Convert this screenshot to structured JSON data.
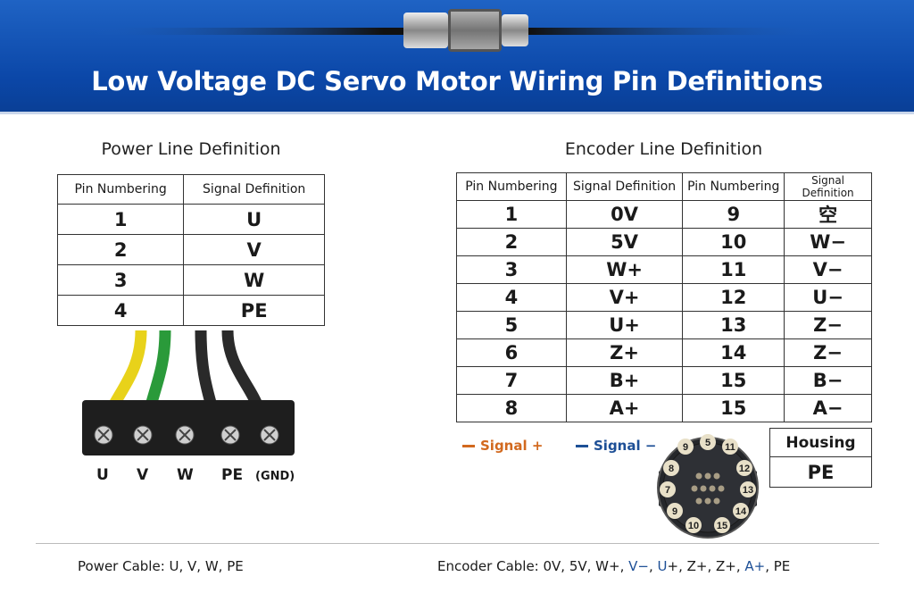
{
  "title": "Low Voltage DC Servo Motor Wiring Pin Definitions",
  "power": {
    "title": "Power Line Definition",
    "headers": [
      "Pin Numbering",
      "Signal Definition"
    ],
    "rows": [
      [
        "1",
        "U"
      ],
      [
        "2",
        "V"
      ],
      [
        "3",
        "W"
      ],
      [
        "4",
        "PE"
      ]
    ],
    "terminal_labels": [
      "U",
      "V",
      "W",
      "PE",
      "(GND)"
    ],
    "wire_colors": [
      "#e8d21a",
      "#2a9a3a",
      "#2a2a2a",
      "#2a2a2a"
    ]
  },
  "encoder": {
    "title": "Encoder Line Definition",
    "headers": [
      "Pin Numbering",
      "Signal Definition",
      "Pin Numbering",
      "Signal Definition"
    ],
    "rows": [
      [
        "1",
        "0V",
        "9",
        "空"
      ],
      [
        "2",
        "5V",
        "10",
        "W−"
      ],
      [
        "3",
        "W+",
        "11",
        "V−"
      ],
      [
        "4",
        "V+",
        "12",
        "U−"
      ],
      [
        "5",
        "U+",
        "13",
        "Z−"
      ],
      [
        "6",
        "Z+",
        "14",
        "Z−"
      ],
      [
        "7",
        "B+",
        "15",
        "B−"
      ],
      [
        "8",
        "A+",
        "15",
        "A−"
      ]
    ],
    "housing_label": "Housing",
    "housing_value": "PE",
    "legend": {
      "plus": "Signal +",
      "minus": "Signal −",
      "plus_color": "#d2691e",
      "minus_color": "#1d4f96"
    },
    "connector_pins": [
      "9",
      "5",
      "11",
      "8",
      "12",
      "7",
      "13",
      "9",
      "14",
      "10",
      "15"
    ]
  },
  "footer": {
    "power": "Power Cable: U, V, W, PE",
    "encoder_parts": [
      "Encoder Cable: 0V, 5V, W+, ",
      "V−",
      ", ",
      "U",
      "+, Z+, Z+, ",
      "A+",
      ",  PE"
    ]
  }
}
